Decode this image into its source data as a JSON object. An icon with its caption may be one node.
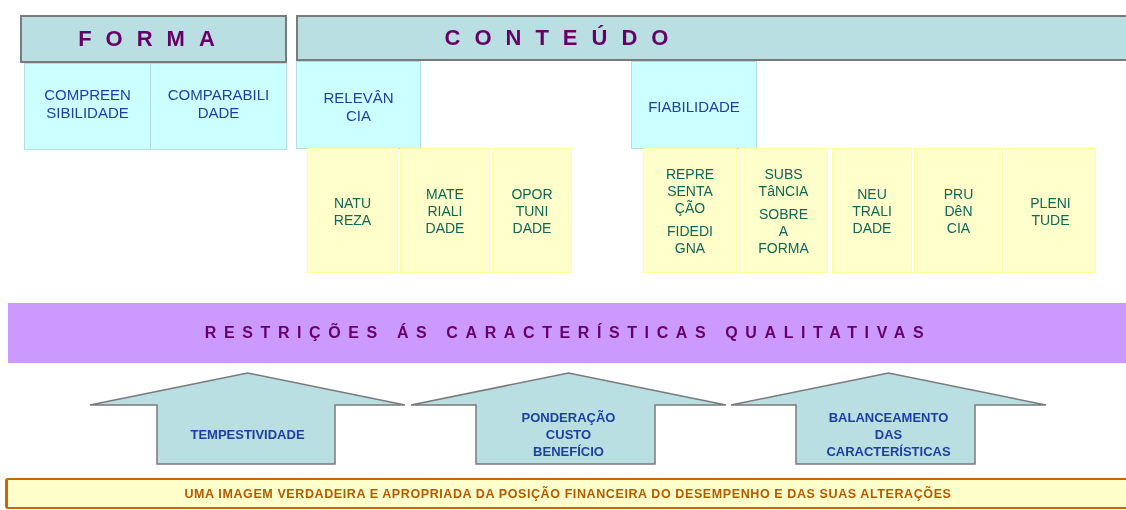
{
  "diagram": {
    "nodes": [
      {
        "text": [
          "FORMA"
        ]
      },
      {
        "text": [
          "CONTEÚDO"
        ]
      },
      {
        "text": [
          "COMPREEN SIBILIDADE"
        ]
      },
      {
        "text": [
          "COMPARABILI DADE"
        ]
      },
      {
        "text": [
          "RELEVÂN CIA"
        ]
      },
      {
        "text": [
          "FIABILIDADE"
        ]
      },
      {
        "text": [
          "NATU REZA"
        ]
      },
      {
        "text": [
          "MATE RIALI DADE"
        ]
      },
      {
        "text": [
          "OPOR TUNI DADE"
        ]
      },
      {
        "text": [
          "REPRE SENTA ÇÃO",
          "FIDEDI GNA"
        ]
      },
      {
        "text": [
          "SUBS TâNCIA",
          "SOBRE A FORMA"
        ]
      },
      {
        "text": [
          "NEU TRALI DADE"
        ]
      },
      {
        "text": [
          "PRU DêN CIA"
        ]
      },
      {
        "text": [
          "PLENI TUDE"
        ]
      },
      {
        "text": [
          "RESTRIÇÕES ÁS CARACTERÍSTICAS QUALITATIVAS"
        ]
      },
      {
        "text": [
          "TEMPESTIVIDADE"
        ]
      },
      {
        "text": [
          "PONDERAÇÃO CUSTO BENEFÍCIO"
        ]
      },
      {
        "text": [
          "BALANCEAMENTO DAS CARACTERÍSTICAS"
        ]
      },
      {
        "text": [
          "UMA IMAGEM VERDADEIRA E APROPRIADA DA POSIÇÃO FINANCEIRA DO DESEMPENHO E DAS SUAS ALTERAÇÕES"
        ]
      }
    ],
    "edges": []
  }
}
